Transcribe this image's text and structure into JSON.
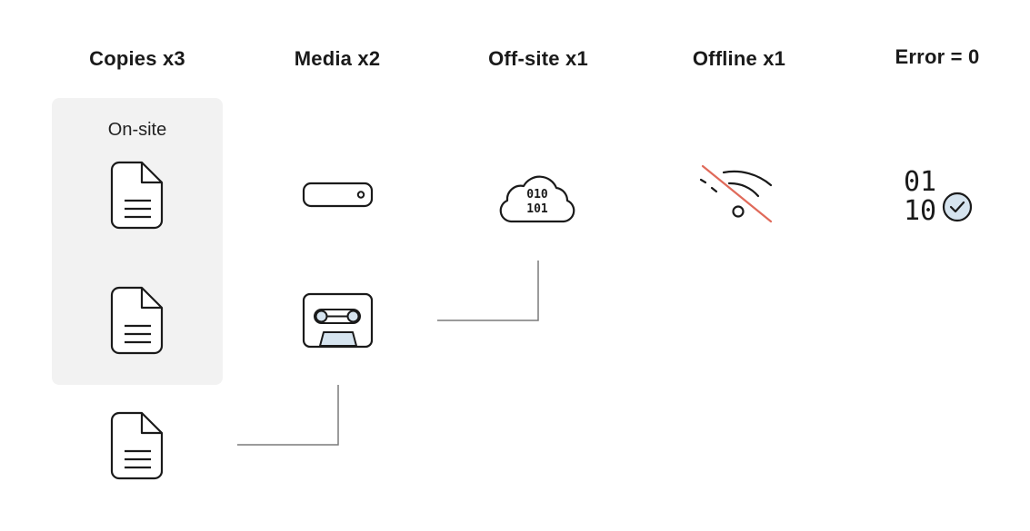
{
  "columns": [
    {
      "title": "Copies x3"
    },
    {
      "title": "Media x2"
    },
    {
      "title": "Off-site x1"
    },
    {
      "title": "Offline x1"
    },
    {
      "title": "Error = 0"
    }
  ],
  "onsite": {
    "label": "On-site"
  },
  "error_icon": {
    "line1": "01",
    "line2": "10"
  },
  "colors": {
    "stroke": "#1a1a1a",
    "box_bg": "#f2f2f2",
    "accent_fill": "#d6e4ef",
    "strike": "#e06a5a",
    "connector": "#7a7a7a"
  }
}
